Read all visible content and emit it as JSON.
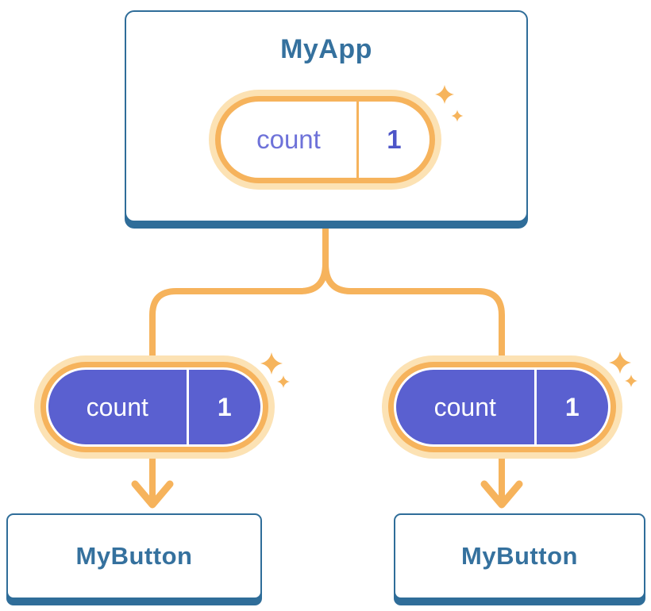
{
  "tree": {
    "root": {
      "name": "MyApp",
      "state": {
        "name": "count",
        "value": "1"
      }
    },
    "children": [
      {
        "name": "MyButton",
        "state": {
          "name": "count",
          "value": "1"
        }
      },
      {
        "name": "MyButton",
        "state": {
          "name": "count",
          "value": "1"
        }
      }
    ]
  },
  "colors": {
    "background": "#FFFFFF",
    "card_border_blue": "#2F6D99",
    "title_blue": "#35719E",
    "line_orange": "#F6B35C",
    "pill_glow_orange": "#FCE2B4",
    "pill_purple": "#5A60D0",
    "state_name_purple": "#6E72D9",
    "state_value_purple": "#4D55C8",
    "sparkle_orange": "#F6B45C"
  }
}
